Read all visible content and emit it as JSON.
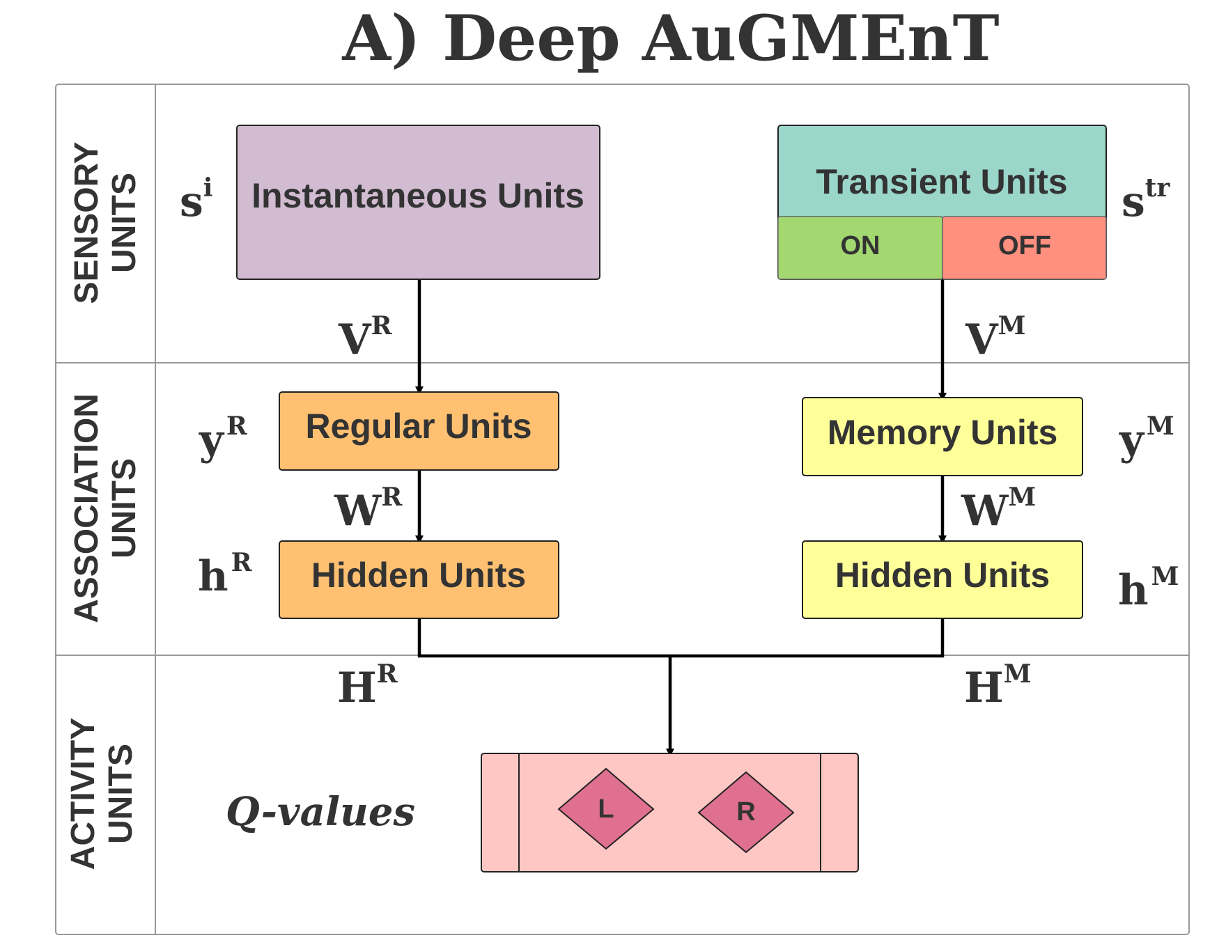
{
  "title": "A) Deep AuGMEnT",
  "rows": {
    "sensory": {
      "line1": "SENSORY",
      "line2": "UNITS"
    },
    "association": {
      "line1": "ASSOCIATION",
      "line2": "UNITS"
    },
    "activity": {
      "line1": "ACTIVITY",
      "line2": "UNITS"
    }
  },
  "nodes": {
    "instantaneous": {
      "label": "Instantaneous Units",
      "symbol": "s",
      "sup": "i",
      "color": "#d2bcd2"
    },
    "transient": {
      "label": "Transient Units",
      "symbol": "s",
      "sup": "tr",
      "color": "#9ad6c9"
    },
    "on": {
      "label": "ON",
      "color": "#a3d871"
    },
    "off": {
      "label": "OFF",
      "color": "#ff8f7e"
    },
    "regular": {
      "label": "Regular Units",
      "symbol": "y",
      "sup": "R",
      "color": "#ffc071"
    },
    "memory": {
      "label": "Memory Units",
      "symbol": "y",
      "sup": "M",
      "color": "#ffff99"
    },
    "hidden_r": {
      "label": "Hidden Units",
      "symbol": "h",
      "sup": "R",
      "color": "#ffc071"
    },
    "hidden_m": {
      "label": "Hidden Units",
      "symbol": "h",
      "sup": "M",
      "color": "#ffff99"
    },
    "qvalues": {
      "label": "Q-values",
      "color": "#ffc7c4"
    },
    "action_l": {
      "label": "L",
      "color": "#e07090"
    },
    "action_r": {
      "label": "R",
      "color": "#e07090"
    }
  },
  "edges": {
    "vr": {
      "symbol": "V",
      "sup": "R"
    },
    "vm": {
      "symbol": "V",
      "sup": "M"
    },
    "wr": {
      "symbol": "W",
      "sup": "R"
    },
    "wm": {
      "symbol": "W",
      "sup": "M"
    },
    "hr": {
      "symbol": "H",
      "sup": "R"
    },
    "hm": {
      "symbol": "H",
      "sup": "M"
    }
  }
}
